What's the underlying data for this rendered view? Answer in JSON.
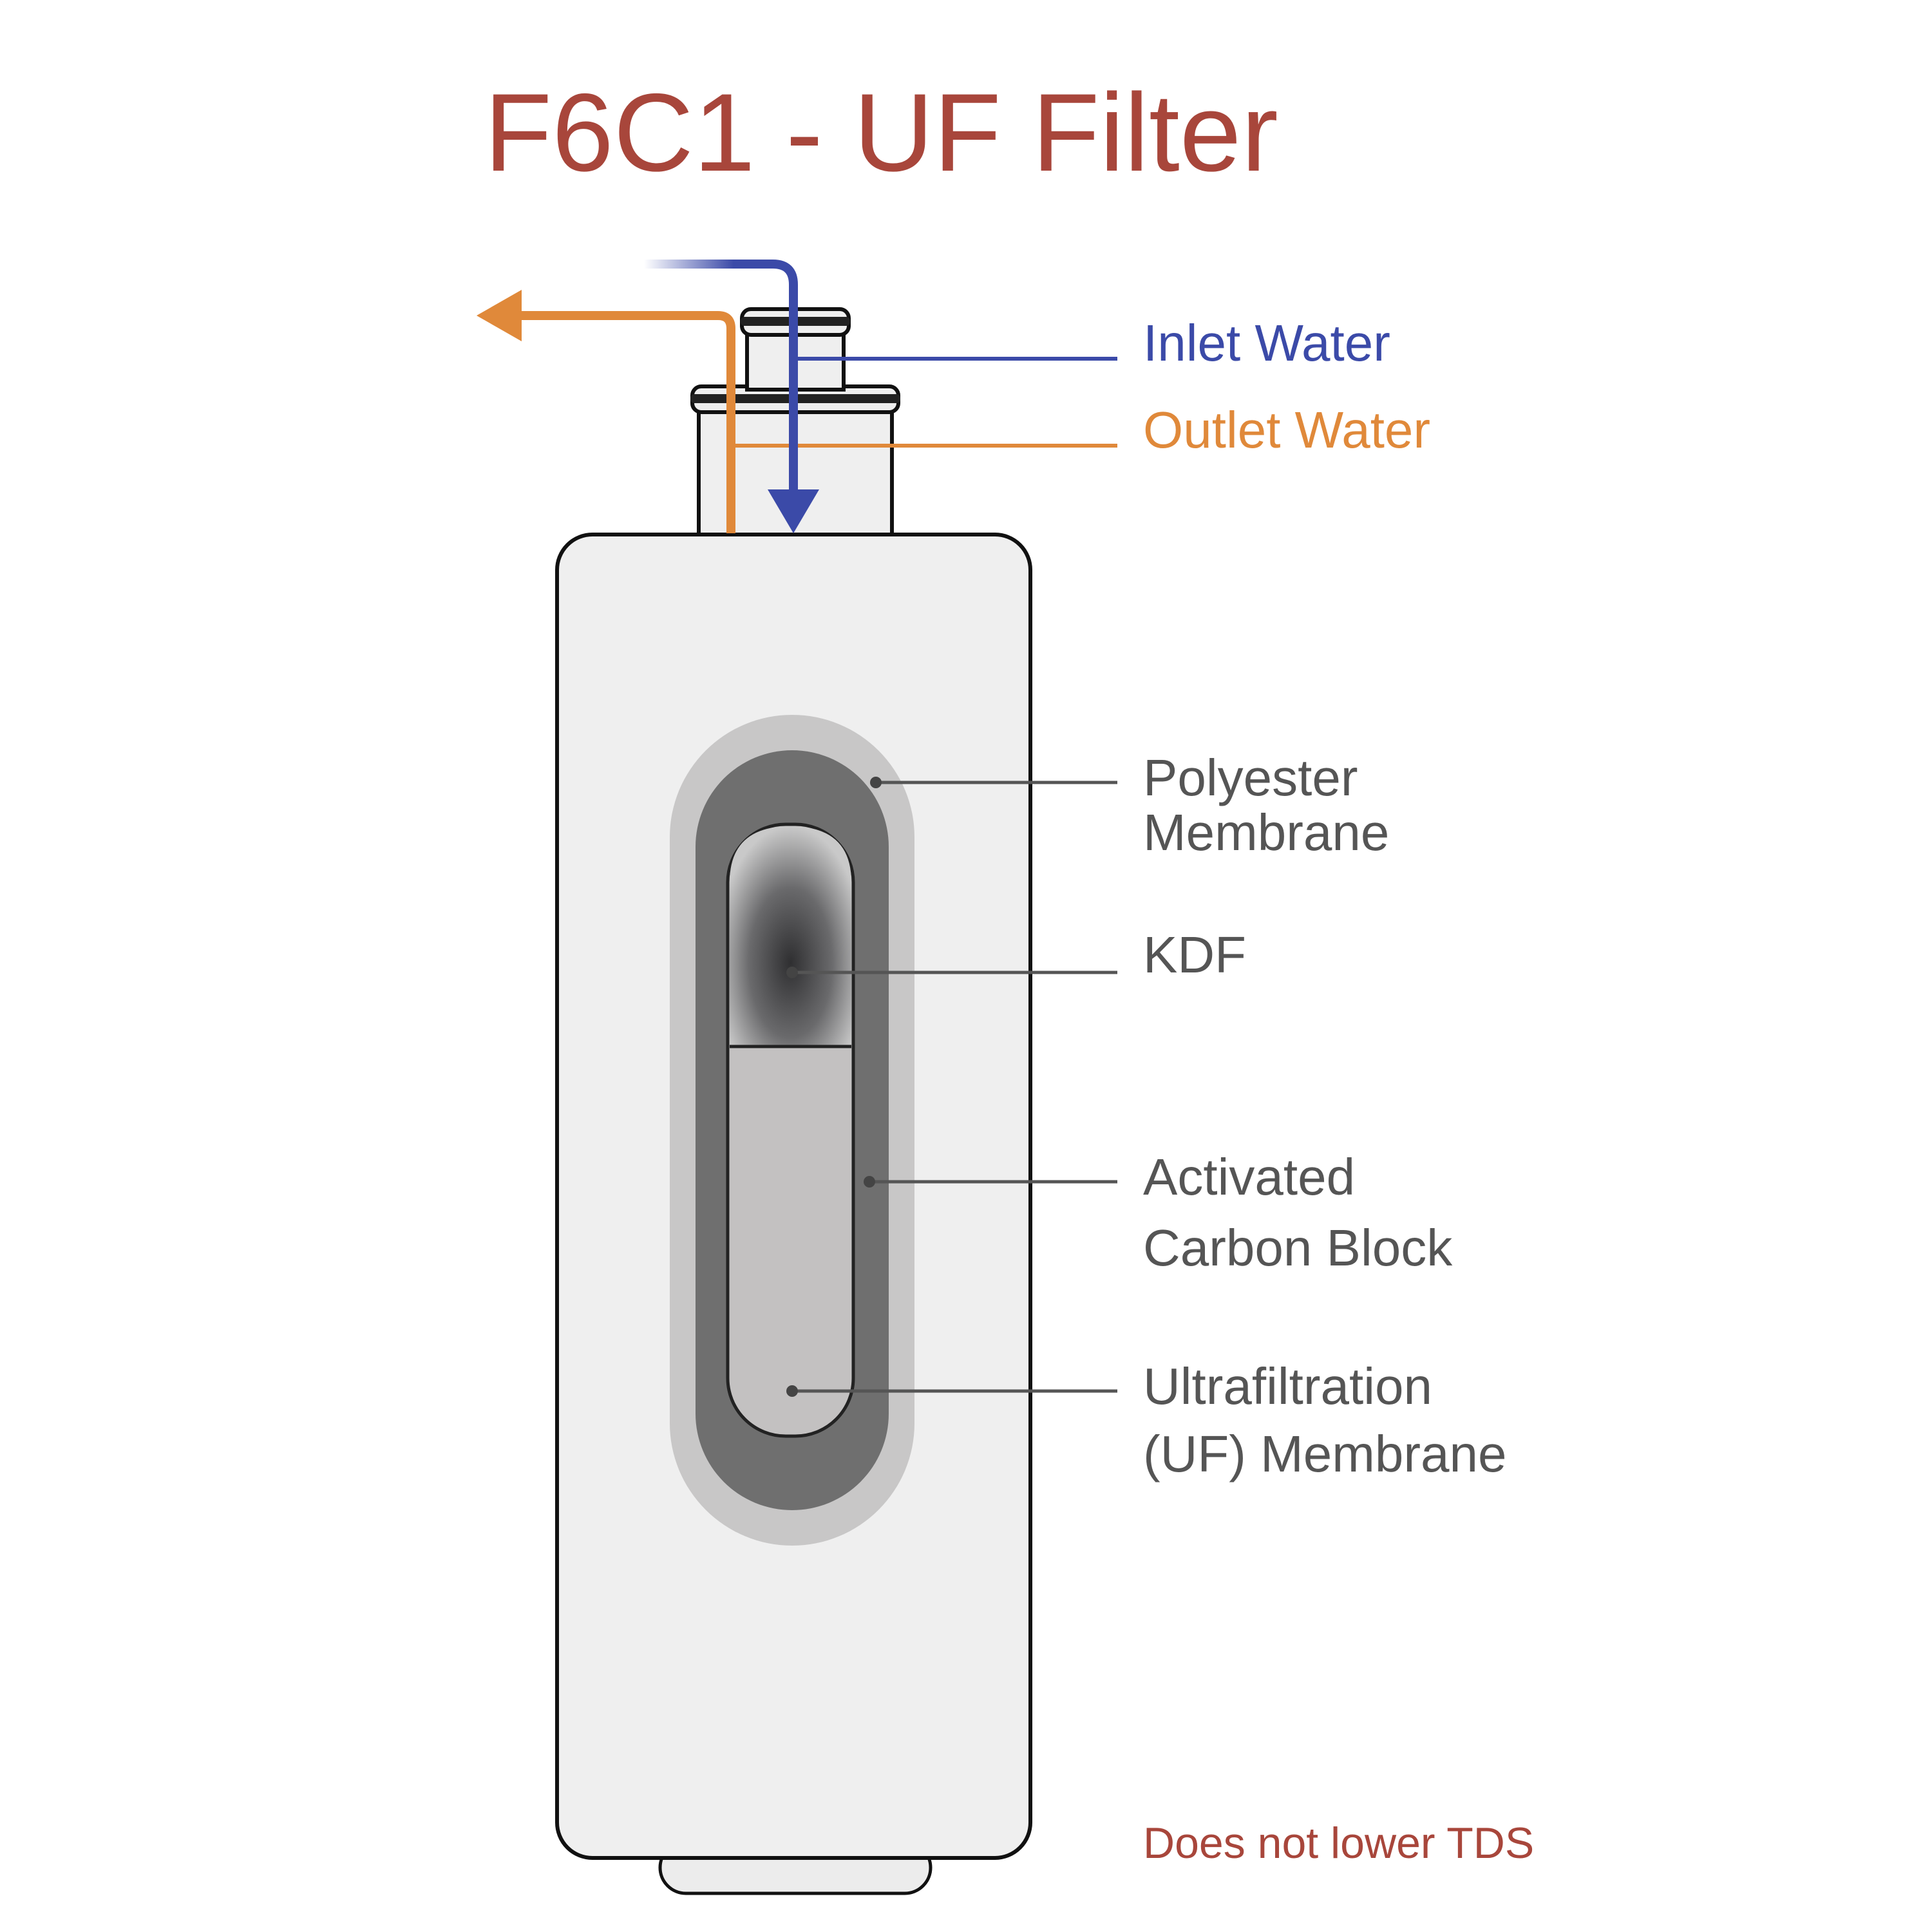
{
  "title": "F6C1  - UF Filter",
  "flow": {
    "inlet_label": "Inlet Water",
    "outlet_label": "Outlet Water"
  },
  "layers": [
    {
      "lines": [
        "Polyester",
        "Membrane"
      ]
    },
    {
      "lines": [
        "KDF"
      ]
    },
    {
      "lines": [
        "Activated",
        "Carbon Block"
      ]
    },
    {
      "lines": [
        "Ultrafiltration",
        "(UF) Membrane"
      ]
    }
  ],
  "note": "Does not lower TDS",
  "colors": {
    "title": "#a8463b",
    "inlet": "#3b4aa8",
    "outlet": "#e0893a",
    "label": "#555555",
    "note": "#a8463b",
    "housing_fill": "#efefef",
    "housing_stroke": "#111111",
    "polyester": "#c8c7c7",
    "carbon_ring": "#6f6f6f",
    "kdf_dark": "#2f2f31",
    "kdf_light": "#c9c9c9",
    "carbon_core": "#c3c1c1"
  }
}
